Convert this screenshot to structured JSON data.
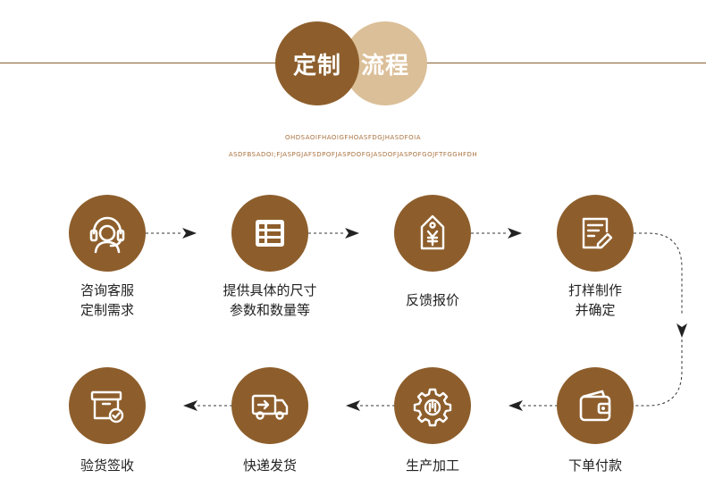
{
  "header": {
    "title_part1": "定制",
    "title_part2": "流程",
    "subtitle_line1": "OHDSAOIFHAOIGFHOASFDGJHASDFOIA",
    "subtitle_line2": "ASDFBSADOI;FJASPGJAFSDPOFJASPDOFGJASDOFJASPOFGOJFTFGGHFDH"
  },
  "steps": [
    {
      "icon": "customer-service-icon",
      "label_line1": "咨询客服",
      "label_line2": "定制需求"
    },
    {
      "icon": "table-list-icon",
      "label_line1": "提供具体的尺寸",
      "label_line2": "参数和数量等"
    },
    {
      "icon": "price-tag-icon",
      "label_line1": "反馈报价",
      "label_line2": ""
    },
    {
      "icon": "document-edit-icon",
      "label_line1": "打样制作",
      "label_line2": "并确定"
    },
    {
      "icon": "wallet-icon",
      "label_line1": "下单付款",
      "label_line2": ""
    },
    {
      "icon": "gear-production-icon",
      "label_line1": "生产加工",
      "label_line2": ""
    },
    {
      "icon": "delivery-truck-icon",
      "label_line1": "快递发货",
      "label_line2": ""
    },
    {
      "icon": "package-check-icon",
      "label_line1": "验货签收",
      "label_line2": ""
    }
  ],
  "colors": {
    "brown": "#8d5e2c",
    "tan": "#dbbf98",
    "line": "#8a5e2e",
    "subtitle": "#a9713e"
  }
}
